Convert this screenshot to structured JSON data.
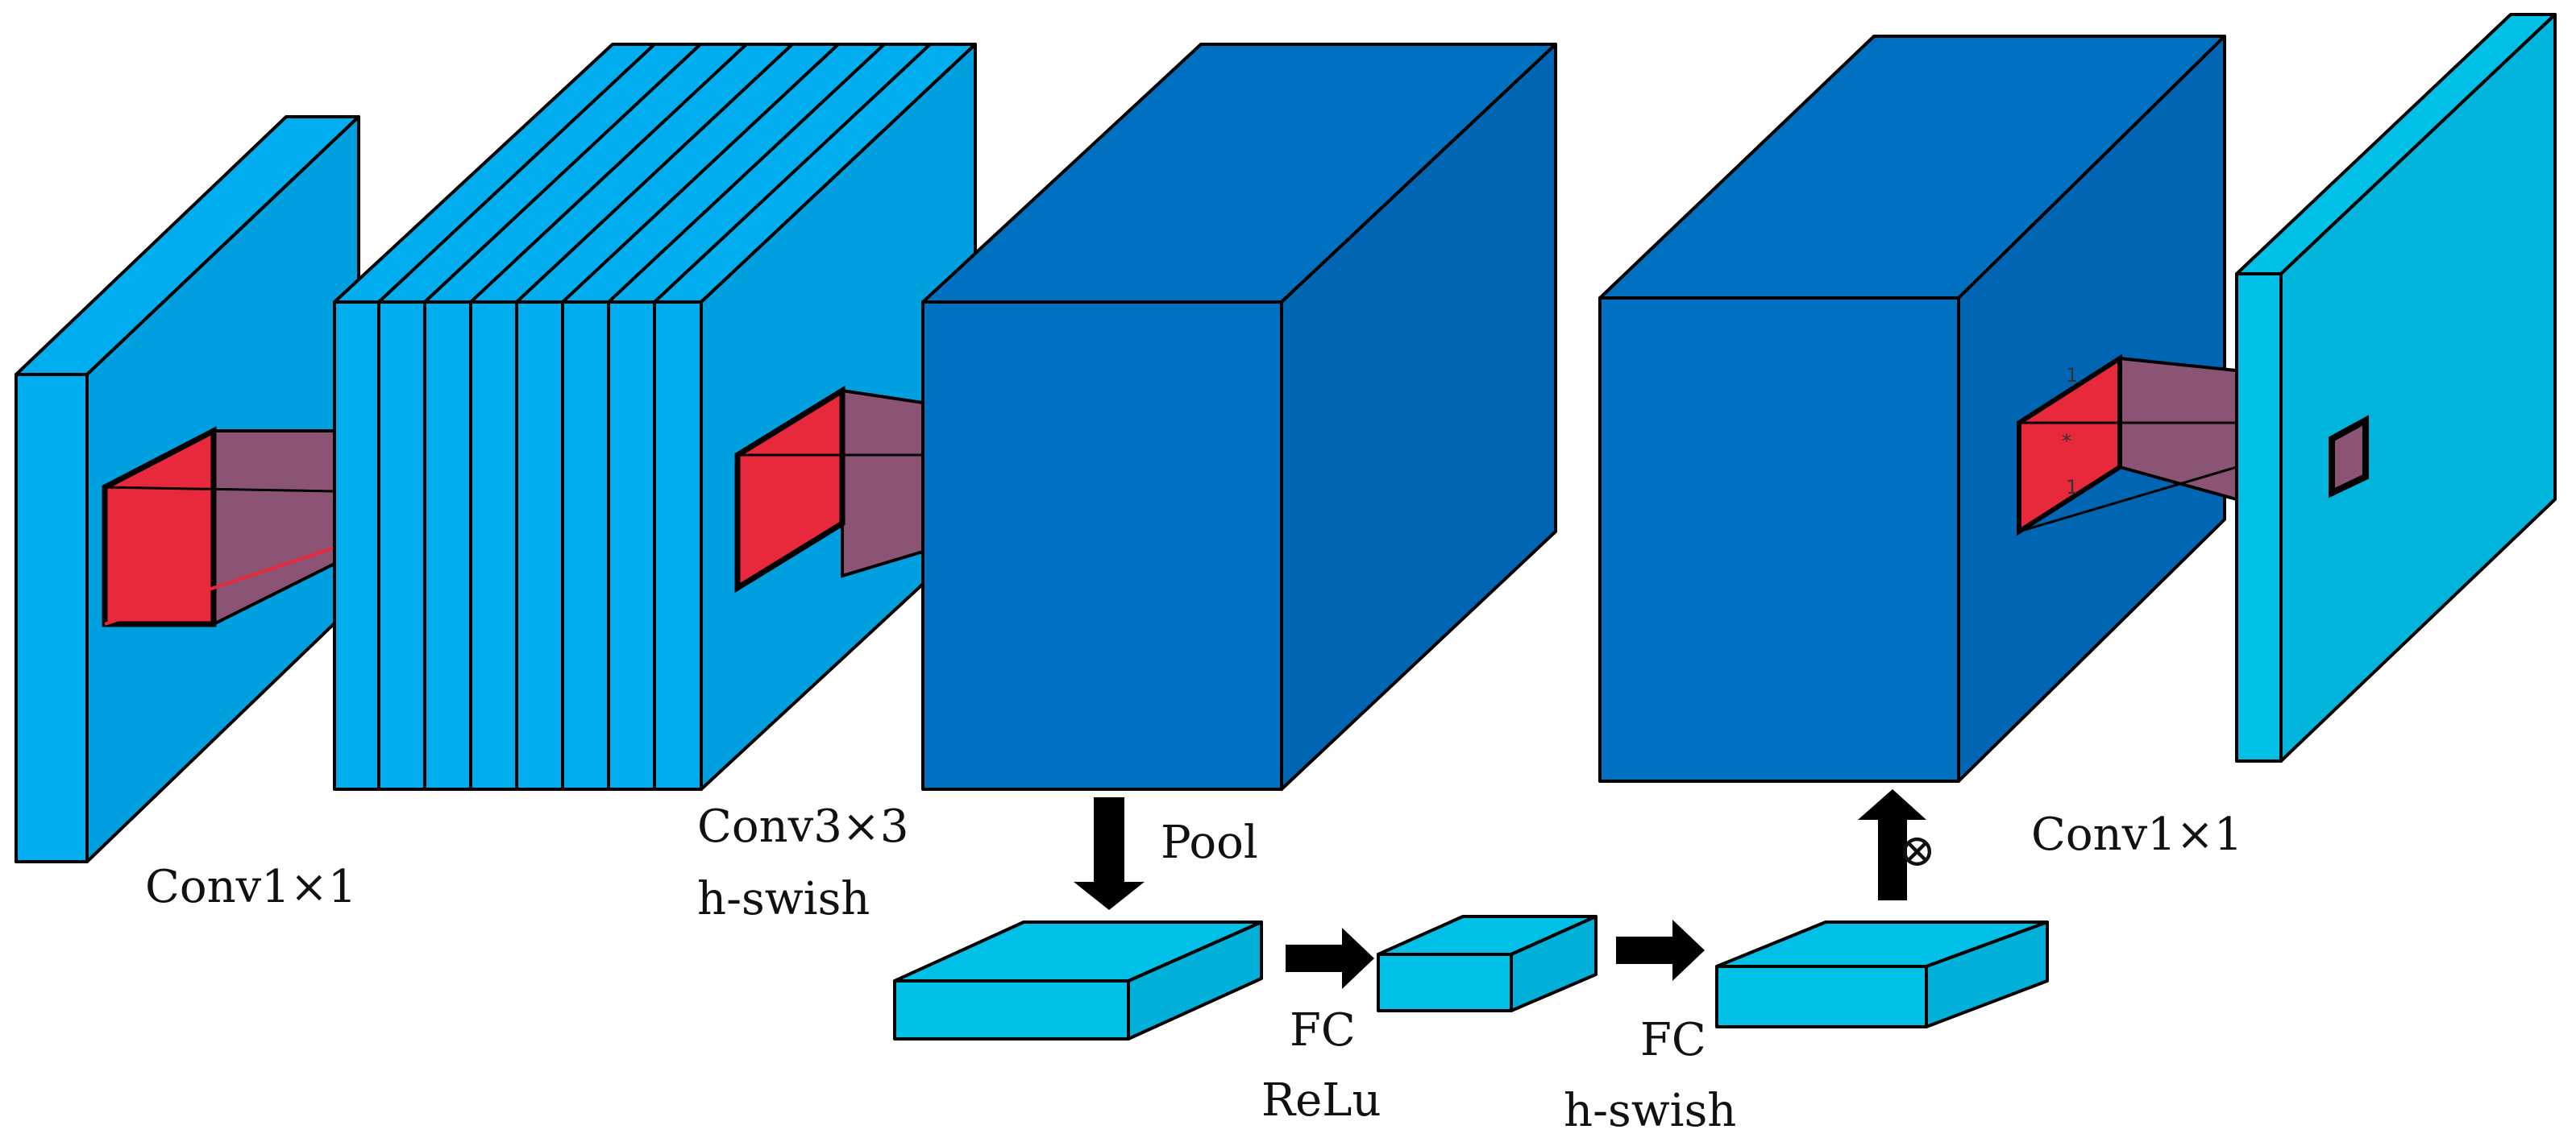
{
  "labels": {
    "conv1x1_left": "Conv1×1",
    "conv3x3": "Conv3×3",
    "hswish_a": "h-swish",
    "pool": "Pool",
    "fc_a": "FC",
    "relu": "ReLu",
    "fc_b": "FC",
    "hswish_b": "h-swish",
    "multiply": "⊗",
    "conv1x1_right": "Conv1×1",
    "kernel_top": "1",
    "kernel_star": "*",
    "kernel_bottom": "1"
  },
  "colors": {
    "light_blue": "#00adef",
    "dark_blue": "#0070c0",
    "cyan": "#00c0e8",
    "kernel_red": "#e8293b",
    "frustum_purple": "#8b5474",
    "arrow": "#000000"
  }
}
